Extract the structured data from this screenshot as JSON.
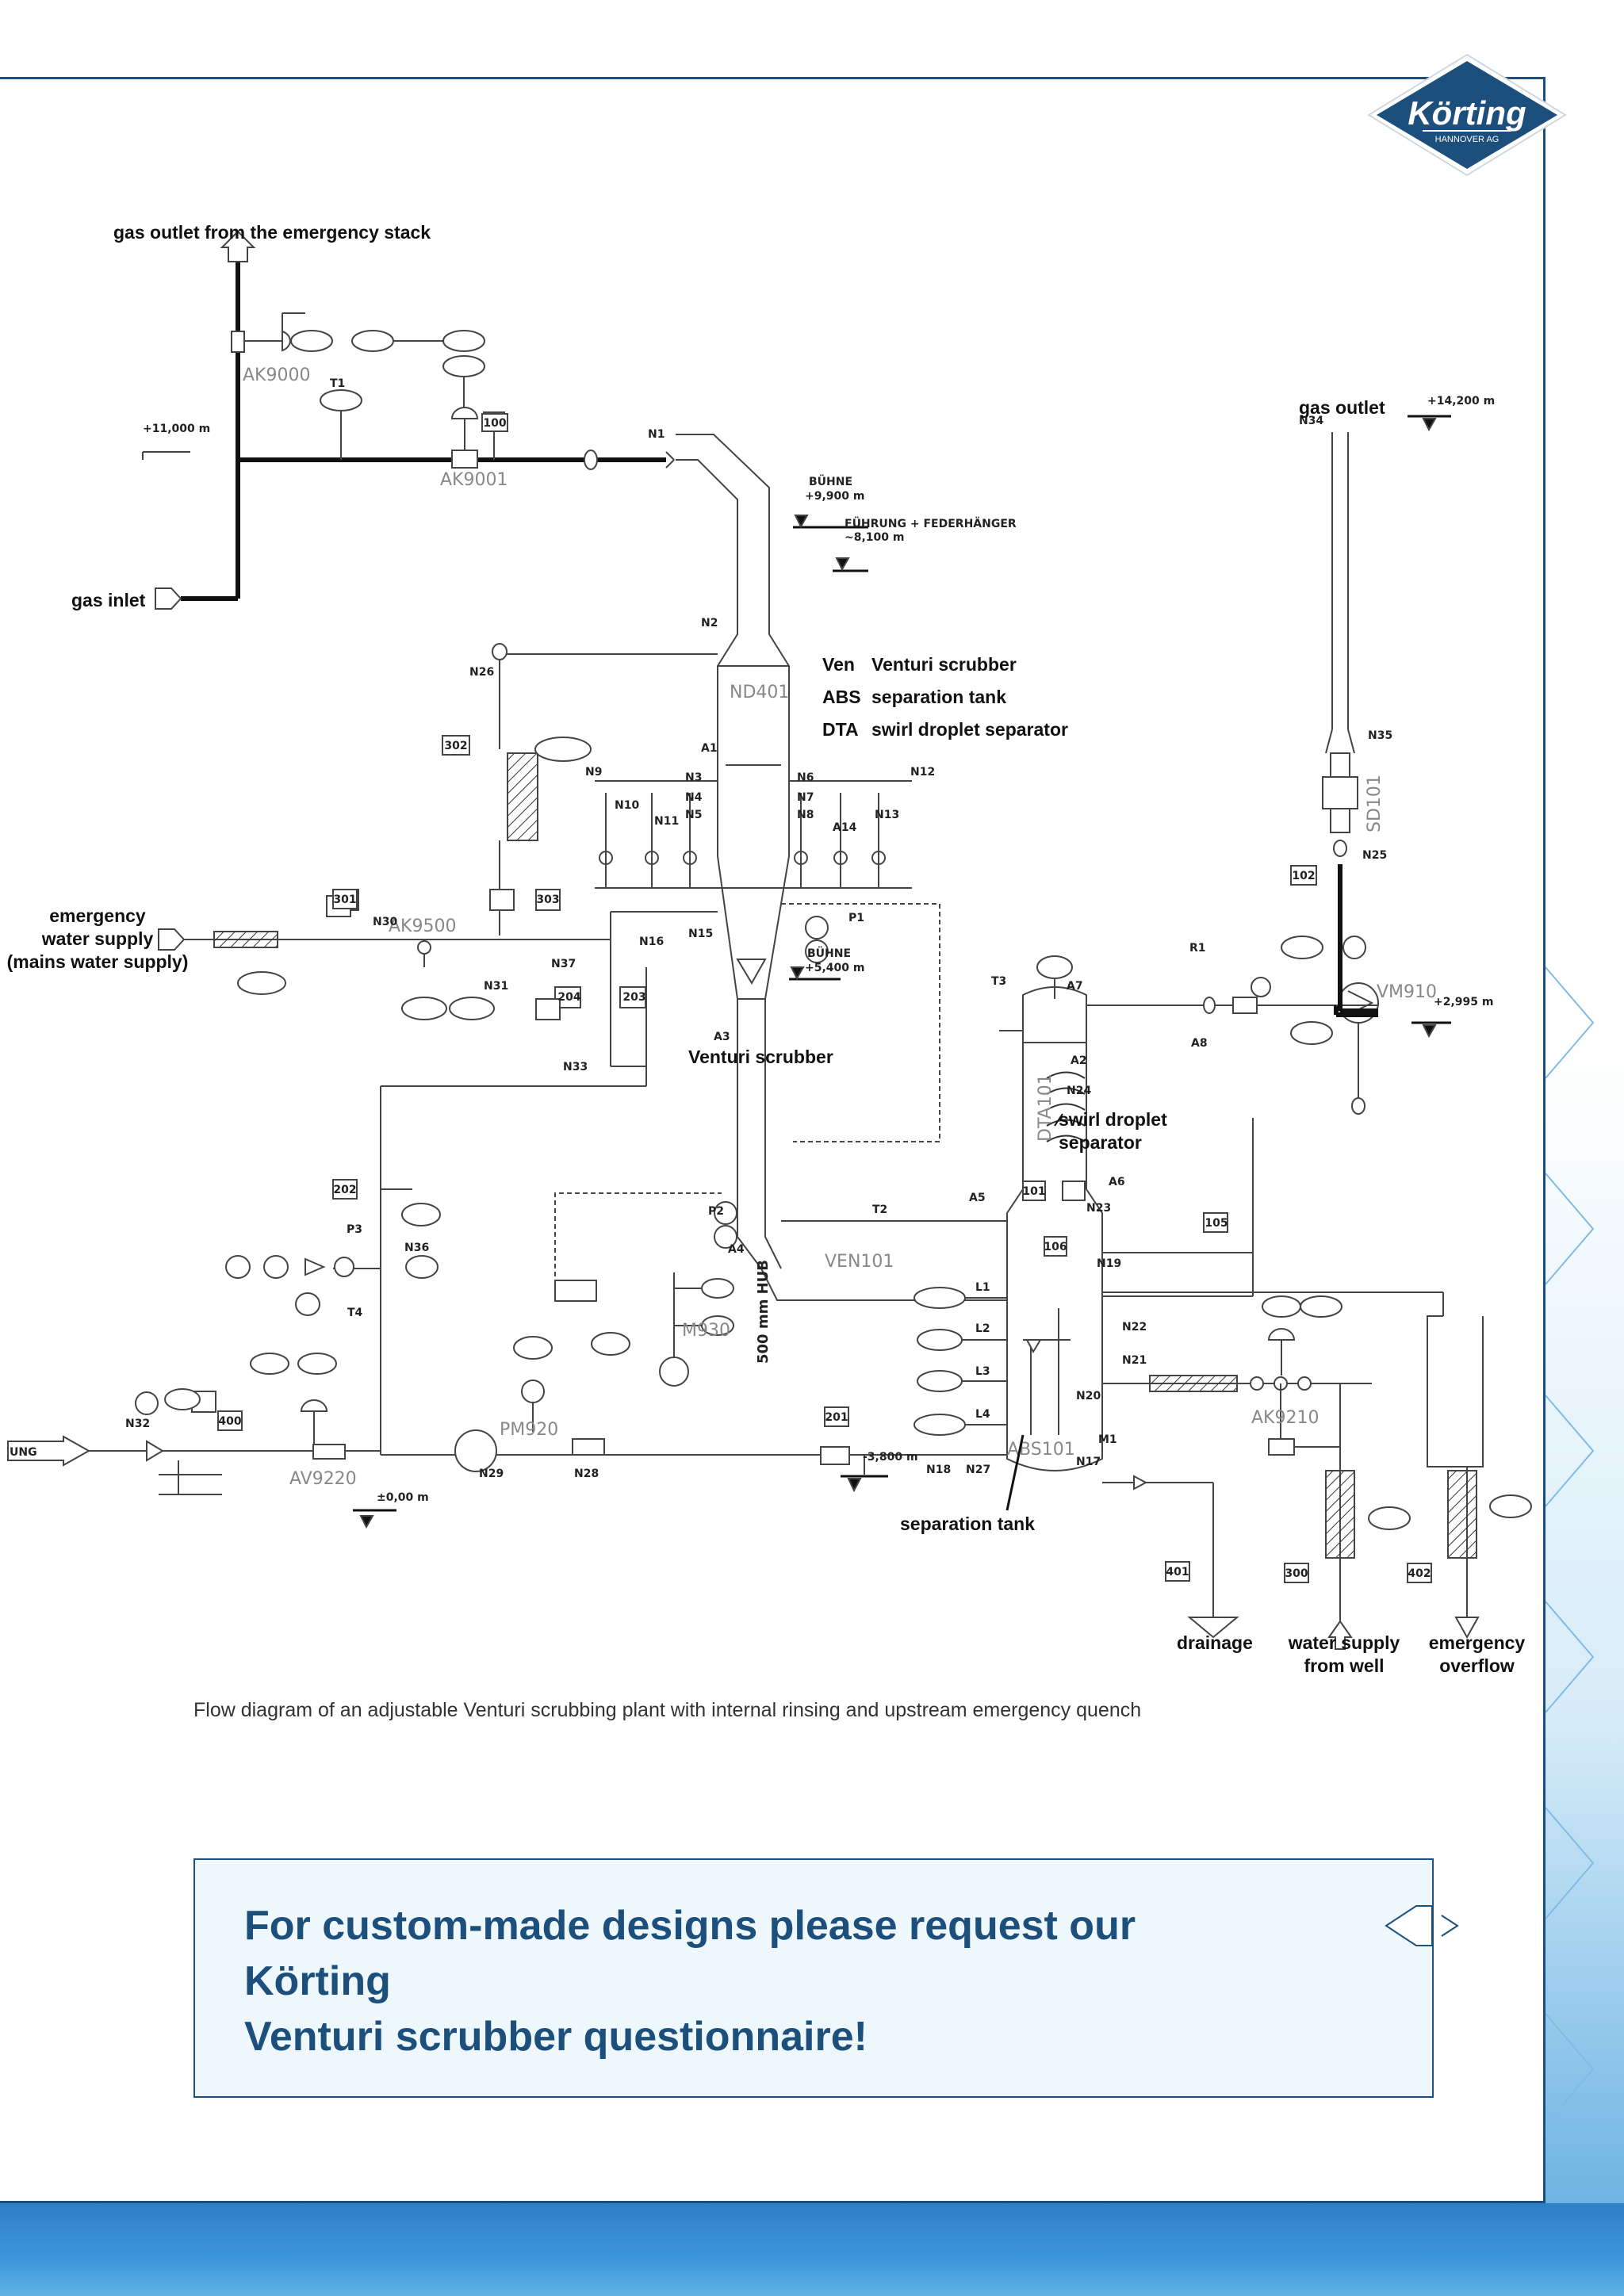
{
  "brand": {
    "logo_text": "Körting",
    "logo_subtext": "HANNOVER AG",
    "primary_color": "#1d4f7c",
    "accent_color": "#3d96d9"
  },
  "diagram": {
    "labels": {
      "gas_outlet_emergency_stack": "gas outlet from the emergency stack",
      "gas_inlet": "gas inlet",
      "emergency_water_line1": "emergency",
      "emergency_water_line2": "water supply",
      "emergency_water_line3": "(mains water supply)",
      "venturi_scrubber": "Venturi scrubber",
      "swirl_line1": "swirl droplet",
      "swirl_line2": "separator",
      "separation_tank": "separation tank",
      "gas_outlet": "gas outlet",
      "drainage": "drainage",
      "water_supply_line1": "water supply",
      "water_supply_line2": "from well",
      "emergency_overflow_line1": "emergency",
      "emergency_overflow_line2": "overflow"
    },
    "legend": [
      {
        "abbr": "Ven",
        "text": "Venturi scrubber"
      },
      {
        "abbr": "ABS",
        "text": "separation tank"
      },
      {
        "abbr": "DTA",
        "text": "swirl droplet separator"
      }
    ],
    "equipment_tags": {
      "ak9000": "AK9000",
      "ak9001": "AK9001",
      "ak9500": "AK9500",
      "ak9210": "AK9210",
      "av9220": "AV9220",
      "nd401": "ND401",
      "pm920": "PM920",
      "m930": "M930",
      "ven101": "VEN101",
      "dta101": "DTA101",
      "abs101": "ABS101",
      "vm910": "VM910",
      "sd101": "SD101"
    },
    "elevations": {
      "e11000": "+11,000 m",
      "e14200": "+14,200 m",
      "e9900": "+9,900 m",
      "e8100": "~8,100 m",
      "e5400": "+5,400 m",
      "e2995": "+2,995 m",
      "e0": "±0,00 m",
      "e3800": "-3,800 m"
    },
    "platforms": {
      "buhne1": "BÜHNE",
      "buhne2": "BÜHNE",
      "fuhrung": "FÜHRUNG + FEDERHÄNGER"
    },
    "nozzles": [
      "N1",
      "N2",
      "N3",
      "N4",
      "N5",
      "N6",
      "N7",
      "N8",
      "N9",
      "N10",
      "N11",
      "N12",
      "N13",
      "A14",
      "N15",
      "N16",
      "N17",
      "N18",
      "N19",
      "N20",
      "N21",
      "N22",
      "N23",
      "N24",
      "N25",
      "N26",
      "N27",
      "N28",
      "N29",
      "N30",
      "N31",
      "N32",
      "N33",
      "N34",
      "N35",
      "N36",
      "N37",
      "A1",
      "A2",
      "A3",
      "A4",
      "A5",
      "A6",
      "A7",
      "A8",
      "T1",
      "T2",
      "T3",
      "T4",
      "P1",
      "P2",
      "P3",
      "R1",
      "M1",
      "L1",
      "L2",
      "L3",
      "L4"
    ],
    "line_numbers": [
      "100",
      "101",
      "102",
      "105",
      "106",
      "201",
      "202",
      "203",
      "204",
      "300",
      "301",
      "302",
      "303",
      "400",
      "401",
      "402"
    ],
    "misc": {
      "hub": "500 mm HUB",
      "ung": "UNG"
    }
  },
  "caption": "Flow diagram of an adjustable Venturi scrubbing plant with internal rinsing and upstream emergency quench",
  "cta": {
    "line1": "For custom-made designs please request our Körting",
    "line2": "Venturi scrubber questionnaire!"
  }
}
